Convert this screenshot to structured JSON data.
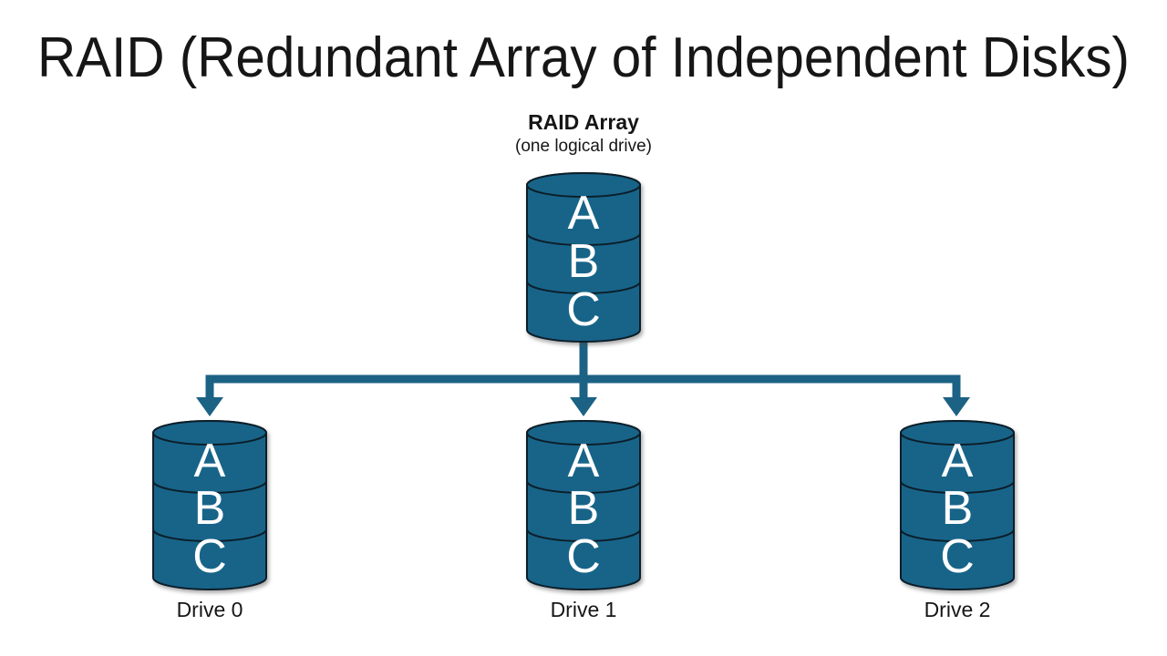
{
  "title": "RAID (Redundant Array of Independent Disks)",
  "array": {
    "label": "RAID Array",
    "sublabel": "(one logical drive)",
    "blocks": [
      "A",
      "B",
      "C"
    ]
  },
  "drives": [
    {
      "label": "Drive 0",
      "blocks": [
        "A",
        "B",
        "C"
      ]
    },
    {
      "label": "Drive 1",
      "blocks": [
        "A",
        "B",
        "C"
      ]
    },
    {
      "label": "Drive 2",
      "blocks": [
        "A",
        "B",
        "C"
      ]
    }
  ],
  "colors": {
    "background": "#ffffff",
    "cylinder_fill": "#186489",
    "cylinder_stroke": "#0c1e29",
    "connector": "#1c6284",
    "block_letter": "#ffffff",
    "label_text": "#161616"
  }
}
